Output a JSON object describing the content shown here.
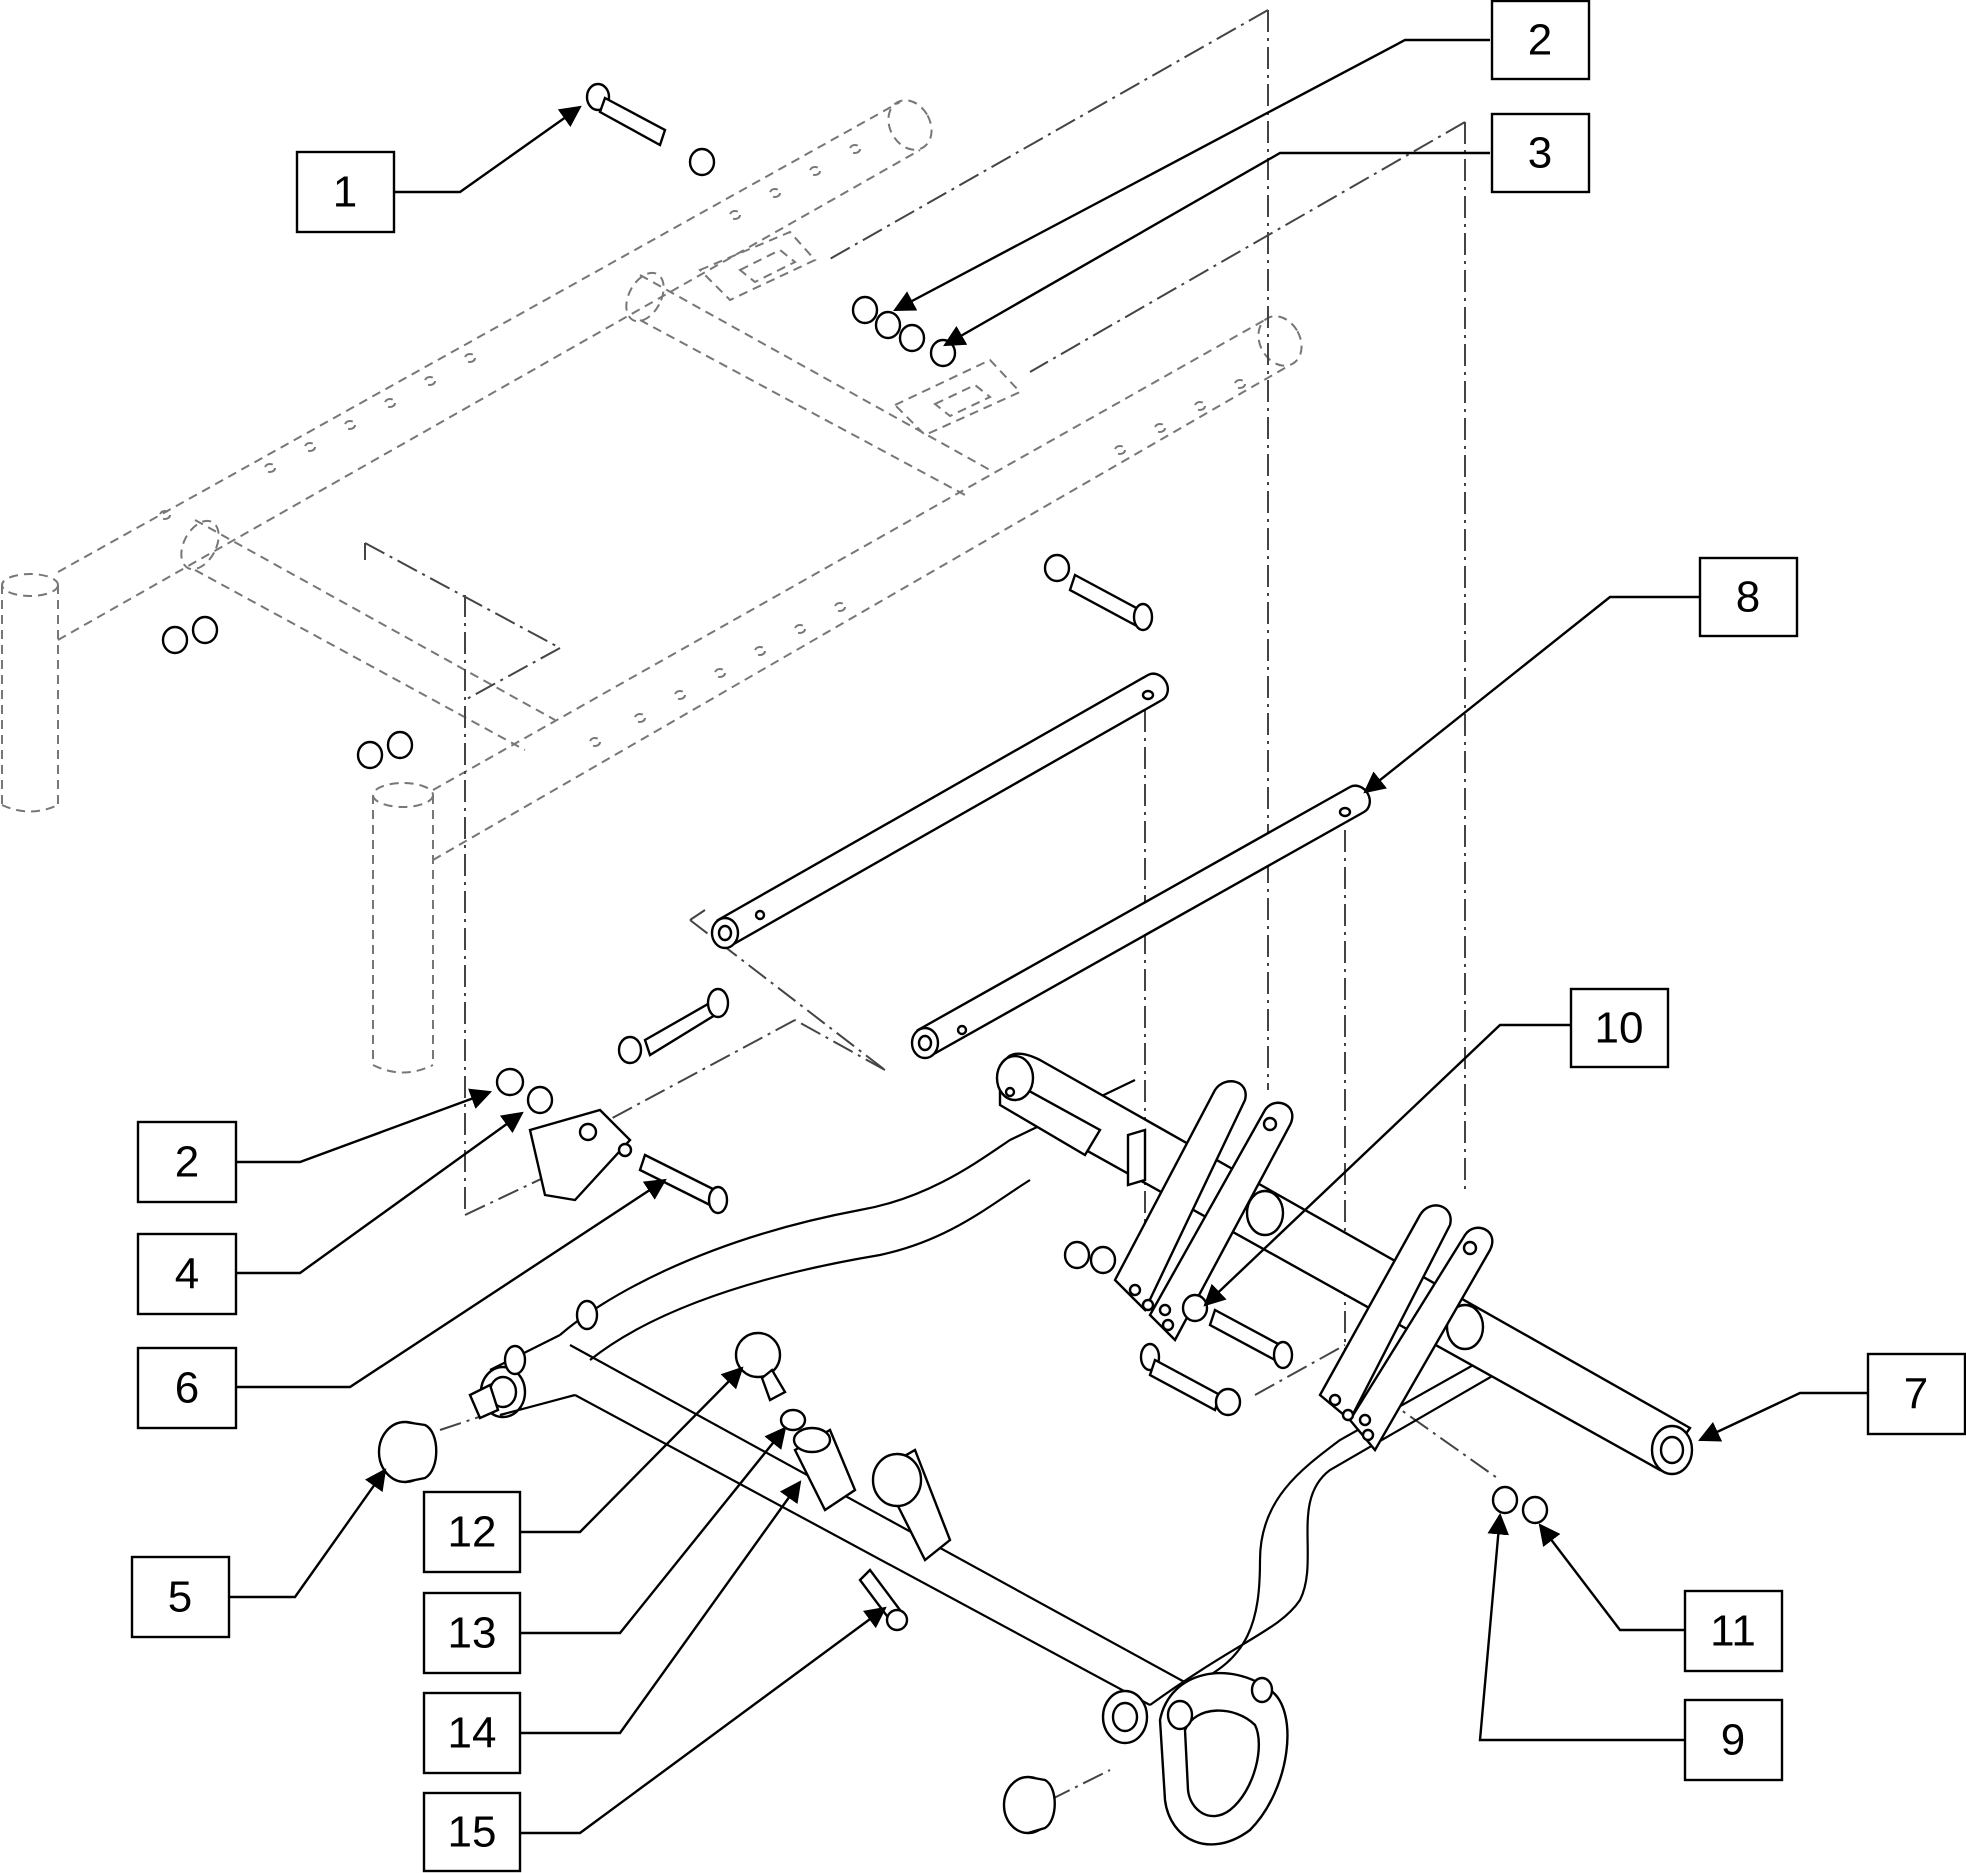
{
  "callouts": [
    {
      "id": "c1",
      "label": "1"
    },
    {
      "id": "c2a",
      "label": "2"
    },
    {
      "id": "c3",
      "label": "3"
    },
    {
      "id": "c8",
      "label": "8"
    },
    {
      "id": "c10",
      "label": "10"
    },
    {
      "id": "c2b",
      "label": "2"
    },
    {
      "id": "c4",
      "label": "4"
    },
    {
      "id": "c6",
      "label": "6"
    },
    {
      "id": "c7",
      "label": "7"
    },
    {
      "id": "c5",
      "label": "5"
    },
    {
      "id": "c12",
      "label": "12"
    },
    {
      "id": "c13",
      "label": "13"
    },
    {
      "id": "c14",
      "label": "14"
    },
    {
      "id": "c15",
      "label": "15"
    },
    {
      "id": "c11",
      "label": "11"
    },
    {
      "id": "c9",
      "label": "9"
    }
  ],
  "colors": {
    "line": "#000000",
    "ghost": "#777777",
    "background": "#ffffff"
  }
}
